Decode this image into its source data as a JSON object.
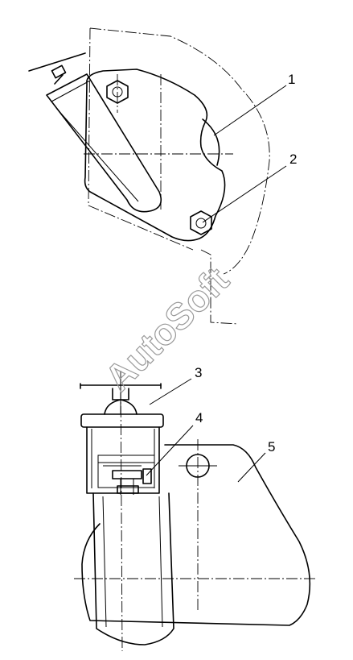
{
  "callouts": [
    "1",
    "2",
    "3",
    "4",
    "5"
  ],
  "watermark": "AutoSoft"
}
